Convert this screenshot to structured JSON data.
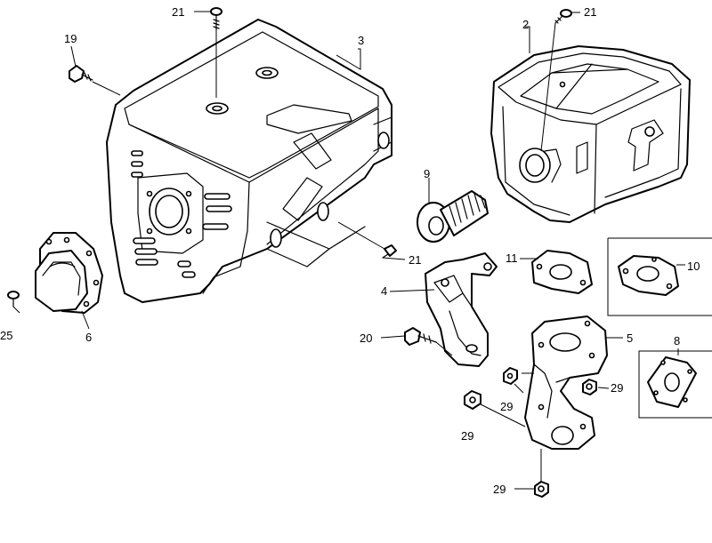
{
  "callouts": [
    {
      "id": "c21a",
      "text": "21"
    },
    {
      "id": "c19",
      "text": "19"
    },
    {
      "id": "c3",
      "text": "3"
    },
    {
      "id": "c2",
      "text": "2"
    },
    {
      "id": "c21b",
      "text": "21"
    },
    {
      "id": "c9",
      "text": "9"
    },
    {
      "id": "c21c",
      "text": "21"
    },
    {
      "id": "c11",
      "text": "11"
    },
    {
      "id": "c10",
      "text": "10"
    },
    {
      "id": "c4",
      "text": "4"
    },
    {
      "id": "c20",
      "text": "20"
    },
    {
      "id": "c5",
      "text": "5"
    },
    {
      "id": "c8",
      "text": "8"
    },
    {
      "id": "c25",
      "text": "25"
    },
    {
      "id": "c6",
      "text": "6"
    },
    {
      "id": "c29a",
      "text": "29"
    },
    {
      "id": "c29b",
      "text": "29"
    },
    {
      "id": "c29c",
      "text": "29"
    },
    {
      "id": "c29d",
      "text": "29"
    }
  ]
}
